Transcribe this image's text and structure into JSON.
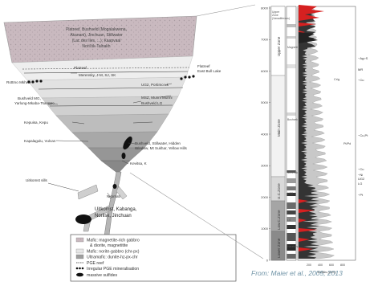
{
  "left_diagram": {
    "top_layer_text": [
      "Platreef, Bushveld (Mogalakwena,",
      "Akanani), Jinchuan, Stillwater",
      "(Lac des Iles, ...), Kaapvaal",
      "Noril'sk-Talnakh"
    ],
    "labels": [
      {
        "id": "platreef",
        "text": "Platreef"
      },
      {
        "id": "merensky",
        "text": "Merensky, J-M, SJ, SK"
      },
      {
        "id": "rottmo",
        "text": "Rottmo Mkhwe"
      },
      {
        "id": "bushveld-ms",
        "text": "Bushveld MG,"
      },
      {
        "id": "bushveld-ms2",
        "text": "Yarlung-Mkaba-Tsangpo"
      },
      {
        "id": "ug2",
        "text": "UG2, Portimo Lk"
      },
      {
        "id": "msz",
        "text": "MSZ, Munni Munni"
      },
      {
        "id": "bushveld-lg",
        "text": "Bushveld LG"
      },
      {
        "id": "portfolio",
        "text": "Kepuisa, Kepu"
      },
      {
        "id": "flatreef",
        "text": "Flatreef"
      },
      {
        "id": "east-bull",
        "text": "East Bull Lake"
      },
      {
        "id": "kapalagulu",
        "text": "Kapalagulu, Vulcan"
      },
      {
        "id": "bushveld-stillwater",
        "text": "Bushveld, Stillwater, Hidden"
      },
      {
        "id": "windows",
        "text": "Window, Mt Sukhar, Yellow Hills"
      },
      {
        "id": "kevitsa",
        "text": "Kevitsa, K"
      },
      {
        "id": "uitkomst-sills",
        "text": "Uitkomst sills"
      },
      {
        "id": "nkomati",
        "text": "Nkomati"
      },
      {
        "id": "uitkomst-main",
        "text": "Uitkomst, Kabanga,"
      },
      {
        "id": "norilsk",
        "text": "Norilsk, Jinchuan"
      }
    ]
  },
  "legend": {
    "items": [
      {
        "swatch": "ultramafic",
        "text": "Mafic: magnetite-rich gabbro"
      },
      {
        "swatch": "none",
        "text": "& diorite, magnetitite"
      },
      {
        "swatch": "mafic",
        "text": "Mafic: norite-gabbro (chr-px)"
      },
      {
        "swatch": "dark",
        "text": "Ultramafic: dunite-hz-px-chr"
      },
      {
        "swatch": "reef",
        "text": "PGE reef"
      },
      {
        "swatch": "dots",
        "text": "Irregular PGE mineralisation"
      },
      {
        "swatch": "sulfide",
        "text": "massive sulfides"
      }
    ]
  },
  "column": {
    "depth_ticks": [
      "8000",
      "7000",
      "6000",
      "5000",
      "4000",
      "3000",
      "2000",
      "1000",
      "0"
    ],
    "zones": [
      {
        "id": "upper",
        "text": "Upper Zone"
      },
      {
        "id": "main",
        "text": "Main Zone"
      },
      {
        "id": "ucz",
        "text": "U.C.Zone"
      },
      {
        "id": "lcz",
        "text": "Low.C.Zone"
      },
      {
        "id": "lower",
        "text": "Lower Zone"
      }
    ],
    "small_labels": [
      "Upper",
      "Zone",
      "(Vanadiferous)",
      "Magnetite",
      "Bushveld",
      "Merensky",
      "UG2",
      "LG",
      "Harzburgite"
    ],
    "right_labels": [
      "~Ag>S",
      "MR",
      "~Cu",
      "~Cu,Pt",
      "~Cu",
      "~Ni",
      "UG2",
      "LG",
      "~Pt"
    ],
    "plot_labels": [
      "Cr/g",
      "Pt/Pd"
    ],
    "x_axis_ticks": [
      "200",
      "400",
      "600",
      "800"
    ],
    "x_axis_label": "Metals (wt%)"
  },
  "caption": "From: Maier et al., 2005;  2013",
  "colors": {
    "top_layer": "#c9b9bf",
    "band_light": "#eeeeee",
    "band_mid": "#cfcfcf",
    "band_dark": "#9f9f9f",
    "red": "#d62020",
    "caption": "#6f93a6"
  }
}
